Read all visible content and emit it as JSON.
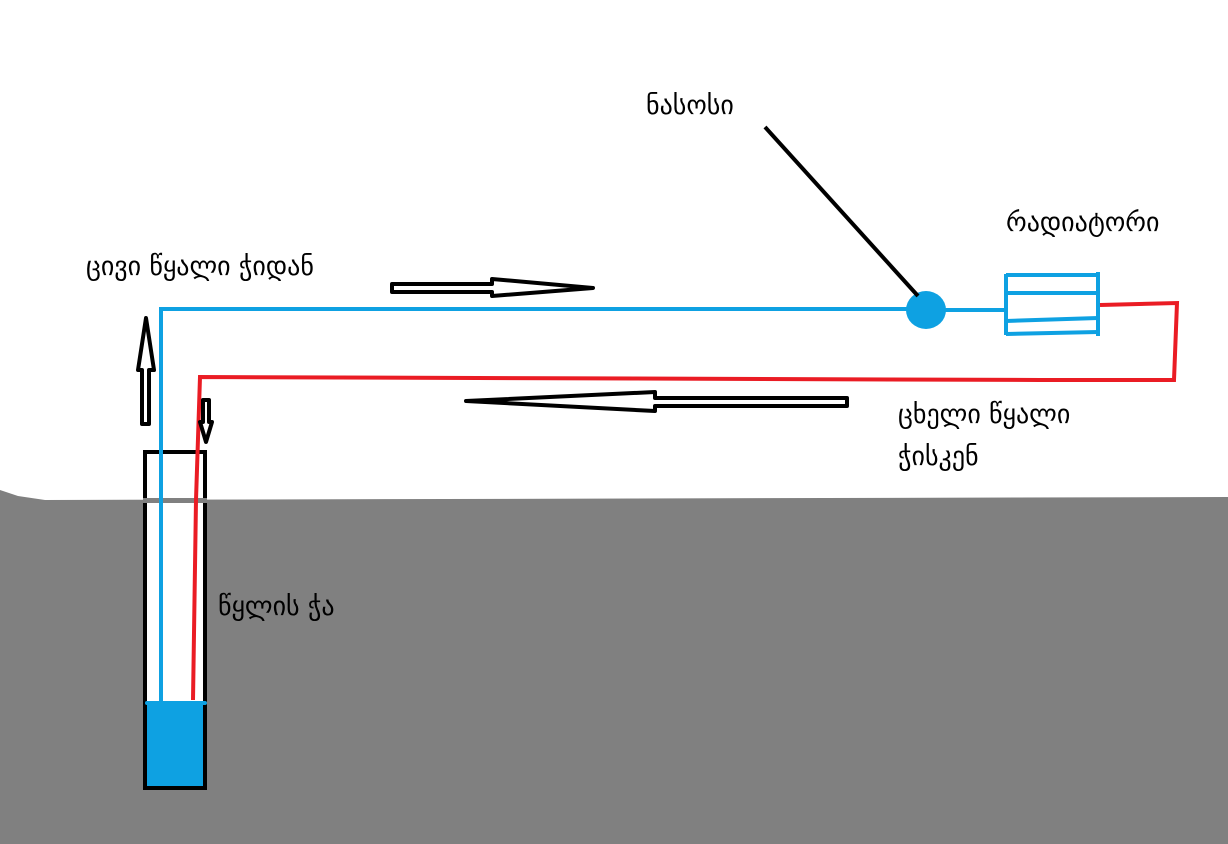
{
  "diagram": {
    "title": "",
    "colors": {
      "background": "#ffffff",
      "ground": "#808080",
      "cold_pipe": "#0ea1e2",
      "hot_pipe": "#ea1c24",
      "outline": "#000000",
      "water": "#0ea1e2"
    },
    "labels": {
      "cold_water_from_well": "ცივი წყალი ჭიდან",
      "pump": "ნასოსი",
      "radiator": "რადიატორი",
      "hot_water_to_well_line1": "ცხელი წყალი",
      "hot_water_to_well_line2": "ჭისკენ",
      "water_well": "წყლის ჭა"
    },
    "nodes": [
      {
        "id": "well",
        "label_key": "water_well",
        "type": "well"
      },
      {
        "id": "pump",
        "label_key": "pump",
        "type": "pump"
      },
      {
        "id": "radiator",
        "label_key": "radiator",
        "type": "radiator"
      }
    ],
    "edges": [
      {
        "from": "well",
        "to": "pump",
        "type": "cold-pipe",
        "direction": "up-then-right"
      },
      {
        "from": "pump",
        "to": "radiator",
        "type": "cold-pipe"
      },
      {
        "from": "radiator",
        "to": "well",
        "type": "hot-pipe",
        "direction": "right-down-left-down"
      }
    ],
    "flow_arrows": [
      {
        "name": "cold-flow-arrow-right",
        "direction": "right"
      },
      {
        "name": "hot-flow-arrow-left",
        "direction": "left"
      },
      {
        "name": "cold-flow-arrow-up",
        "direction": "up"
      },
      {
        "name": "hot-flow-arrow-down",
        "direction": "down"
      }
    ]
  }
}
